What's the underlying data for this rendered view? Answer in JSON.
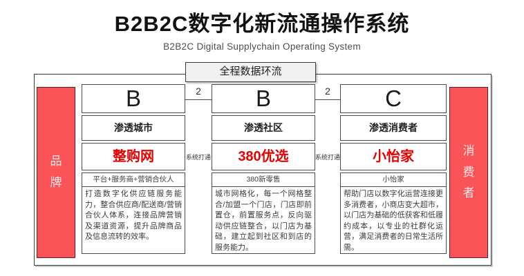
{
  "header": {
    "title": "B2B2C数字化新流通操作系统",
    "subtitle": "B2B2C Digital Supplychain Operating System"
  },
  "flow_banner": "全程数据环流",
  "left_rail": "品牌",
  "right_rail": "消费者",
  "connectors": [
    {
      "count": "2",
      "label": "系统打通"
    },
    {
      "count": "2",
      "label": "系统打通"
    }
  ],
  "columns": [
    {
      "letter": "B",
      "target": "渗透城市",
      "brand": "整购网",
      "sub_label": "平台+服务商+营销合伙人",
      "description": "打造数字化供应链服务能力，整合供应商/配送商/营销合伙人体系，连接品牌营销及渠道资源，提升品牌商品及信息流转的效率。"
    },
    {
      "letter": "B",
      "target": "渗透社区",
      "brand": "380优选",
      "sub_label": "380新零售",
      "description": "城市网格化，每一个网格整合/加盟一个门店，门店即前置仓，前置服务点，反向驱动供应链整合，以门店为基础，建立起到社区和到店的服务能力。"
    },
    {
      "letter": "C",
      "target": "渗透消费者",
      "brand": "小怡家",
      "sub_label": "小怡家",
      "description": "帮助门店以数字化运营连接更多消费者，小商店变大超市，以门店为基础的低获客和低履约成本，以专业的社群化运营，满足消费者的日常生活所需。"
    }
  ],
  "colors": {
    "rail_red": "#fb5458",
    "brand_red": "#e60000",
    "border_dark": "#3c3c3c",
    "banner_bg": "#f1f1f1"
  }
}
